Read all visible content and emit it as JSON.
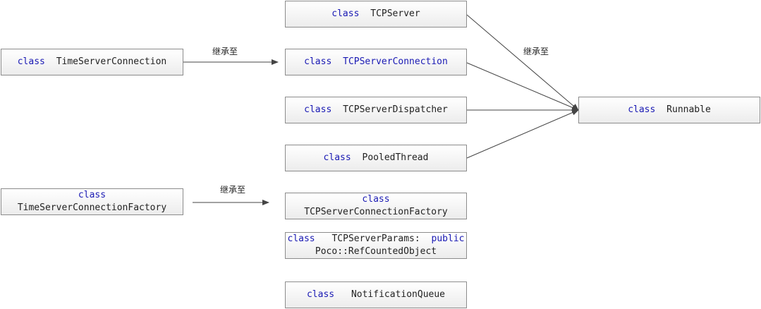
{
  "inherit_label": "继承至",
  "keywords": {
    "class": "class",
    "public": "public"
  },
  "boxes": {
    "time_server_connection": {
      "name": "TimeServerConnection"
    },
    "time_server_connection_factory": {
      "name": "TimeServerConnectionFactory"
    },
    "tcp_server": {
      "name": "TCPServer"
    },
    "tcp_server_connection": {
      "name": "TCPServerConnection"
    },
    "tcp_server_dispatcher": {
      "name": "TCPServerDispatcher"
    },
    "pooled_thread": {
      "name": "PooledThread"
    },
    "tcp_server_connection_factory": {
      "name": "TCPServerConnectionFactory"
    },
    "tcp_server_params": {
      "name": "TCPServerParams:",
      "base": "Poco::RefCountedObject"
    },
    "notification_queue": {
      "name": "NotificationQueue"
    },
    "runnable": {
      "name": "Runnable"
    }
  }
}
